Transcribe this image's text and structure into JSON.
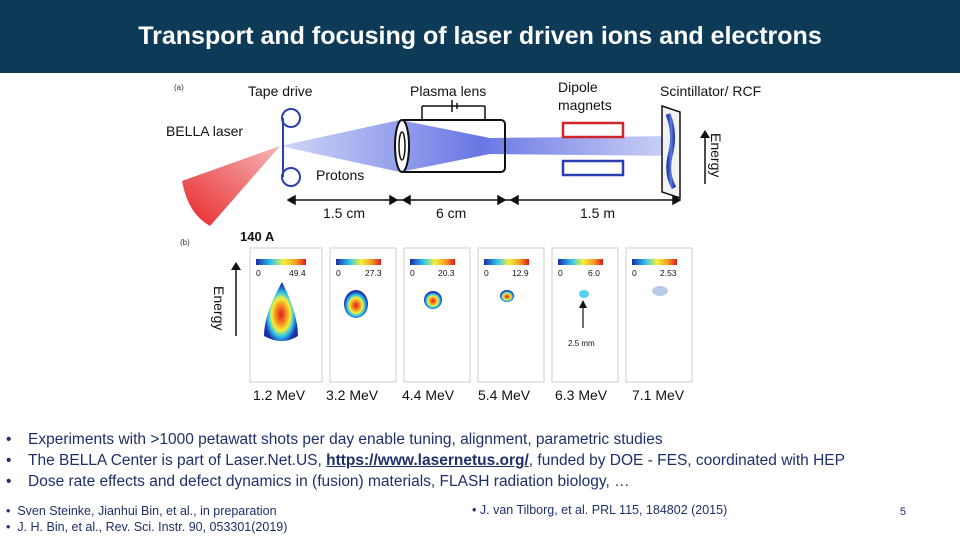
{
  "slide": {
    "title": "Transport and focusing of laser driven ions and electrons",
    "page_number": "5"
  },
  "figure": {
    "panel_a_label": "(a)",
    "panel_b_label": "(b)",
    "tape_drive": "Tape drive",
    "plasma_lens": "Plasma lens",
    "dipole_magnets_line1": "Dipole",
    "dipole_magnets_line2": "magnets",
    "scintillator": "Scintillator/ RCF",
    "bella_laser": "BELLA laser",
    "protons": "Protons",
    "energy_a": "Energy",
    "dist_1": "1.5 cm",
    "dist_2": "6 cm",
    "dist_3": "1.5 m",
    "current": "140 A",
    "energy_b": "Energy",
    "spot_size": "2.5 mm",
    "scale_min": "0",
    "panels": [
      {
        "max": "49.4",
        "energy": "1.2 MeV"
      },
      {
        "max": "27.3",
        "energy": "3.2 MeV"
      },
      {
        "max": "20.3",
        "energy": "4.4 MeV"
      },
      {
        "max": "12.9",
        "energy": "5.4 MeV"
      },
      {
        "max": "6.0",
        "energy": "6.3 MeV"
      },
      {
        "max": "2.53",
        "energy": "7.1 MeV"
      }
    ]
  },
  "bullets": [
    {
      "dot": "•",
      "text": "Experiments with >1000 petawatt shots per day enable tuning, alignment, parametric studies"
    },
    {
      "dot": "•",
      "text_before": "The BELLA Center is part of Laser.Net.US, ",
      "link": "https://www.lasernetus.org/",
      "text_after": ", funded by DOE - FES, coordinated with HEP"
    },
    {
      "dot": "•",
      "text": "Dose rate effects and defect dynamics in (fusion) materials, FLASH radiation biology, …"
    }
  ],
  "references": [
    {
      "dot": "•",
      "text": "Sven Steinke, Jianhui Bin, et al., in preparation"
    },
    {
      "dot": "•",
      "text": "J. van Tilborg, et al. PRL 115, 184802 (2015)"
    },
    {
      "dot": "•",
      "text": "J. H. Bin, et al., Rev. Sci. Instr. 90, 053301(2019)"
    }
  ],
  "colors": {
    "title_bar": "#0d3a57",
    "text": "#1f2f6b",
    "laser": "#e8262a",
    "beam": "#5566dd",
    "dipole_top": "#d0262b",
    "dipole_bottom": "#2a3fb0"
  }
}
